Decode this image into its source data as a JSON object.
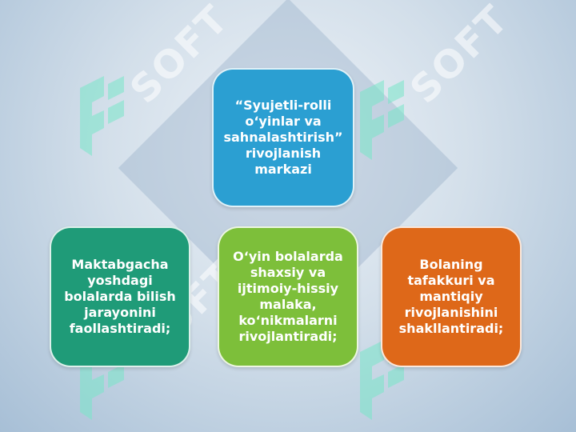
{
  "diagram": {
    "top_box": {
      "text": "“Syujetli-rolli o‘yinlar va sahnalashtirish” rivojlanish markazi",
      "color": "#2b9fd2"
    },
    "bottom_boxes": [
      {
        "text": "Maktabgacha yoshdagi bolalarda bilish jarayonini faollashtiradi;",
        "color": "#1f9b78"
      },
      {
        "text": "O‘yin bolalarda shaxsiy va ijtimoiy-hissiy malaka, ko‘nikmalarni rivojlantiradi;",
        "color": "#7dbf3a"
      },
      {
        "text": "Bolaning tafakkuri va mantiqiy rivojlanishini shakllantiradi;",
        "color": "#de6819"
      }
    ]
  },
  "watermark": {
    "text": "SOFT"
  }
}
